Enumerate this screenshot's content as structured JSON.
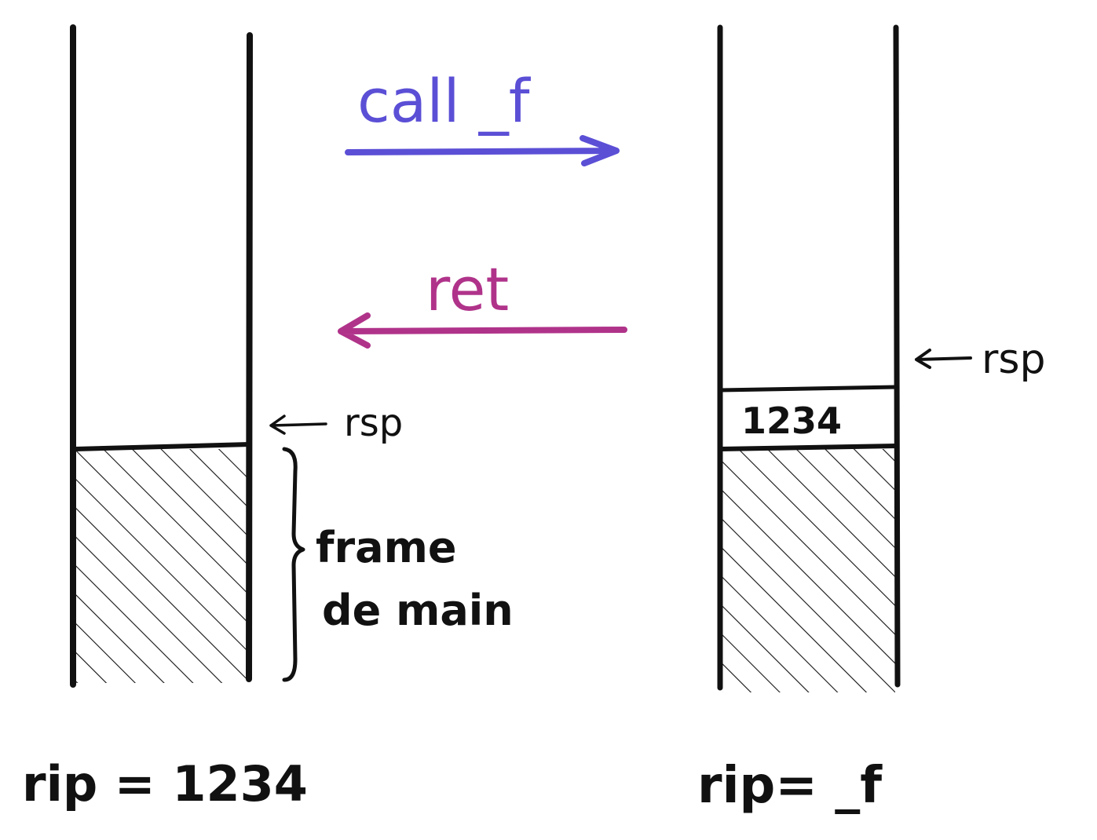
{
  "colors": {
    "ink": "#111111",
    "call": "#5b4fd6",
    "ret": "#b0338a"
  },
  "arrows": {
    "call_label": "call _f",
    "ret_label": "ret"
  },
  "left_stack": {
    "rsp_label": "rsp",
    "frame_label_line1": "frame",
    "frame_label_line2": "de main",
    "rip_label": "rip = 1234"
  },
  "right_stack": {
    "rsp_label": "rsp",
    "slot_value": "1234",
    "rip_label": "rip= _f"
  }
}
